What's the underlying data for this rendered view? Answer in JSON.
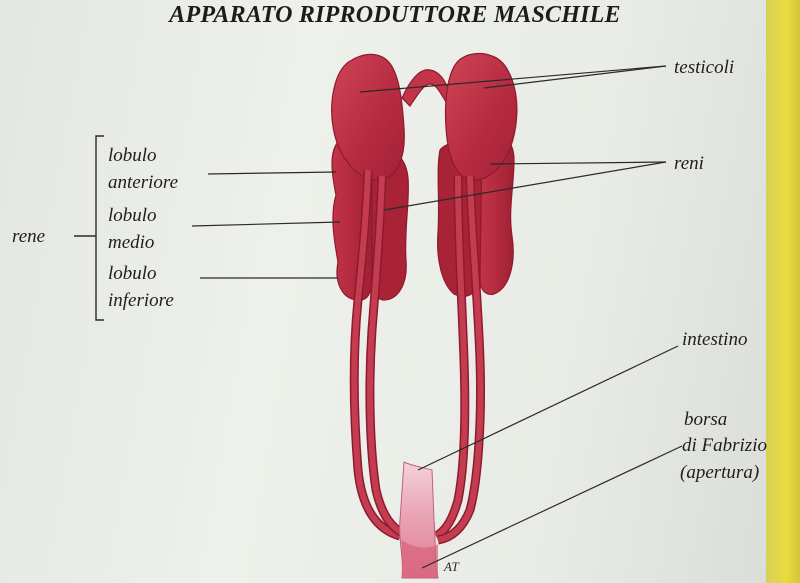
{
  "title": "APPARATO RIPRODUTTORE MASCHILE",
  "labels": {
    "testicoli": "testicoli",
    "reni": "reni",
    "rene": "rene",
    "lobulo_anteriore": [
      "lobulo",
      "anteriore"
    ],
    "lobulo_medio": [
      "lobulo",
      "medio"
    ],
    "lobulo_inferiore": [
      "lobulo",
      "inferiore"
    ],
    "intestino": "intestino",
    "borsa_di_fabrizio": [
      "borsa",
      "di Fabrizio",
      "(apertura)"
    ]
  },
  "signature": "AT",
  "colors": {
    "organ": "#b8283e",
    "organ_dark": "#8e1a2e",
    "organ_light": "#d86a78",
    "cloaca_pink": "#e8a4b4",
    "background": "#eceee9",
    "accent_strip": "#e8dc3c"
  }
}
